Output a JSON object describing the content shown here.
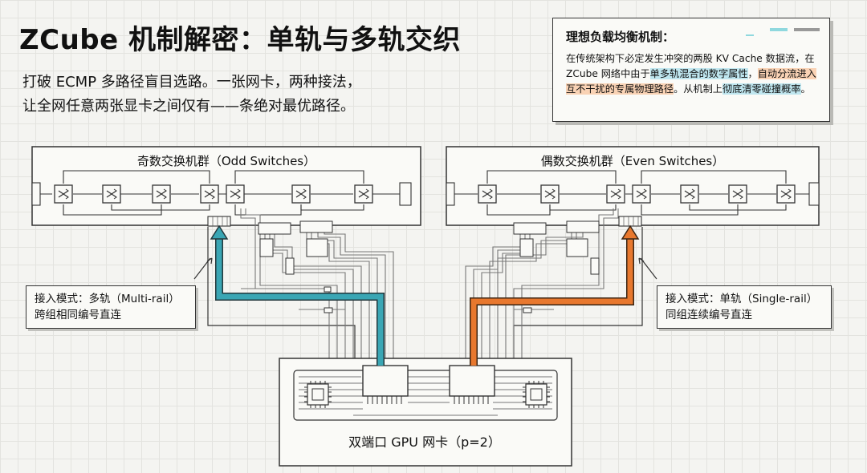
{
  "header": {
    "title": "ZCube 机制解密：单轨与多轨交织",
    "subtitle_line1": "打破 ECMP 多路径盲目选路。一张网卡，两种接法，",
    "subtitle_line2": "让全网任意两张显卡之间仅有——条绝对最优路径。"
  },
  "note": {
    "title": "理想负载均衡机制：",
    "text_1": "在传统架构下必定发生冲突的两股 KV Cache 数据流，在 ZCube 网络中由于",
    "hl_1": "单多轨混合的数字属性",
    "text_2": "，",
    "hl_2": "自动分流进入",
    "text_3": "",
    "hl_3": "互不干扰的专属物理路径",
    "text_4": "。从机制上",
    "hl_4": "彻底清零碰撞概率",
    "text_5": "。"
  },
  "clusters": {
    "odd": {
      "label": "奇数交换机群（Odd Switches）"
    },
    "even": {
      "label": "偶数交换机群（Even Switches）"
    }
  },
  "callouts": {
    "multi_rail": {
      "line1": "接入模式：多轨（Multi-rail）",
      "line2": "跨组相同编号直连"
    },
    "single_rail": {
      "line1": "接入模式：单轨（Single-rail）",
      "line2": "同组连续编号直连"
    }
  },
  "nic": {
    "label": "双端口 GPU 网卡（p=2）"
  },
  "colors": {
    "multi_rail_path": "#3aa6b4",
    "single_rail_path": "#e8782e",
    "highlight_blue": "#bfe6ef",
    "highlight_orange": "#f9d2b4",
    "line": "#333333"
  }
}
